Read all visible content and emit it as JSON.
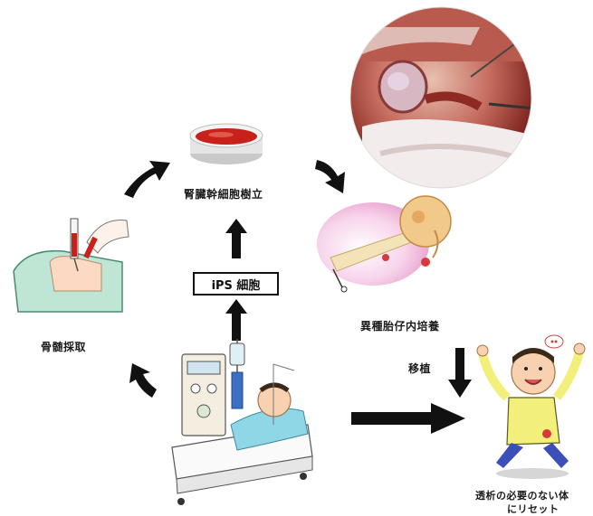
{
  "labels": {
    "kidney_stem_cell": "腎臓幹細胞樹立",
    "ips_cell": "iPS 細胞",
    "xeno_fetal_culture": "異種胎仔内培養",
    "transplant": "移植",
    "bone_marrow": "骨髄採取",
    "reset_line1": "透析の必要のない体",
    "reset_line2": "にリセット"
  }
}
